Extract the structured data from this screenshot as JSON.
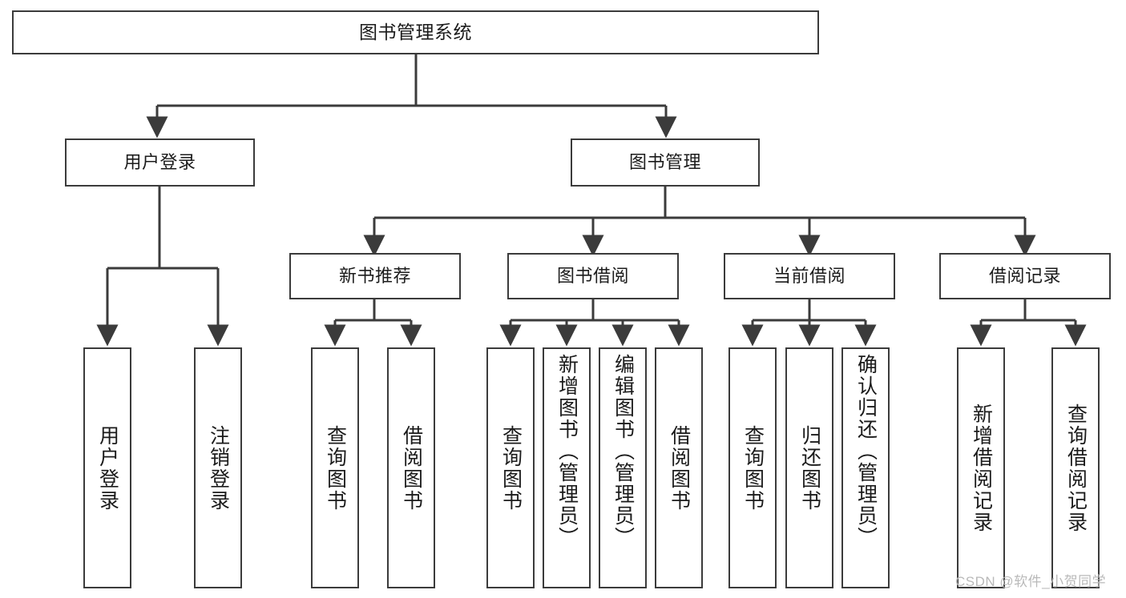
{
  "diagram": {
    "title": "图书管理系统",
    "type": "tree",
    "watermark": "CSDN @软件_小贺同学"
  },
  "nodes": {
    "root": {
      "label": "图书管理系统"
    },
    "level2": [
      {
        "id": "user-login",
        "label": "用户登录"
      },
      {
        "id": "book-manage",
        "label": "图书管理"
      }
    ],
    "level3": [
      {
        "id": "new-book-rec",
        "label": "新书推荐"
      },
      {
        "id": "book-borrow",
        "label": "图书借阅"
      },
      {
        "id": "current-borrow",
        "label": "当前借阅"
      },
      {
        "id": "borrow-record",
        "label": "借阅记录"
      }
    ],
    "leaves": {
      "user_login": [
        {
          "id": "leaf-user-login",
          "label": "用户登录"
        },
        {
          "id": "leaf-logout-login",
          "label": "注销登录"
        }
      ],
      "new_book_rec": [
        {
          "id": "leaf-query-book-1",
          "label": "查询图书"
        },
        {
          "id": "leaf-borrow-book-1",
          "label": "借阅图书"
        }
      ],
      "book_borrow": [
        {
          "id": "leaf-query-book-2",
          "label": "查询图书"
        },
        {
          "id": "leaf-add-book",
          "label": "新增图书（管理员）"
        },
        {
          "id": "leaf-edit-book",
          "label": "编辑图书（管理员）"
        },
        {
          "id": "leaf-borrow-book-2",
          "label": "借阅图书"
        }
      ],
      "current_borrow": [
        {
          "id": "leaf-query-book-3",
          "label": "查询图书"
        },
        {
          "id": "leaf-return-book",
          "label": "归还图书"
        },
        {
          "id": "leaf-confirm-return",
          "label": "确认归还（管理员）"
        }
      ],
      "borrow_record": [
        {
          "id": "leaf-add-record",
          "label": "新增借阅记录"
        },
        {
          "id": "leaf-query-record",
          "label": "查询借阅记录"
        }
      ]
    }
  },
  "colors": {
    "stroke": "#3b3b3b",
    "background": "#ffffff",
    "text": "#1b1b1b",
    "watermark": "#b9b9b9"
  }
}
